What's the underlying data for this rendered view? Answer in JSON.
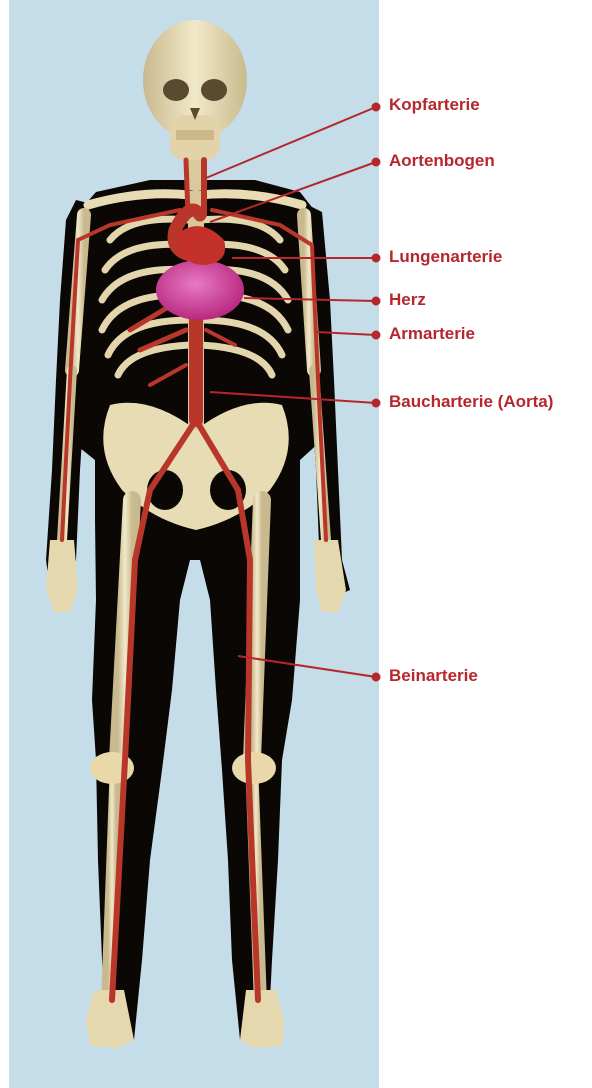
{
  "colors": {
    "background_panel": "#c5dce9",
    "label": "#b5272d",
    "bone": "#e8dcb4",
    "silhouette": "#0a0705",
    "artery": "#b8372a",
    "heart": "#cc3a9c"
  },
  "figure": {
    "subject": "full body skeleton with arterial system",
    "labels": [
      {
        "id": "kopfarterie",
        "text": "Kopfarterie"
      },
      {
        "id": "aortenbogen",
        "text": "Aortenbogen"
      },
      {
        "id": "lungenarterie",
        "text": "Lungenarterie"
      },
      {
        "id": "herz",
        "text": "Herz"
      },
      {
        "id": "armarterie",
        "text": "Armarterie"
      },
      {
        "id": "baucharterie",
        "text": "Baucharterie (Aorta)"
      },
      {
        "id": "beinarterie",
        "text": "Beinarterie"
      }
    ]
  }
}
